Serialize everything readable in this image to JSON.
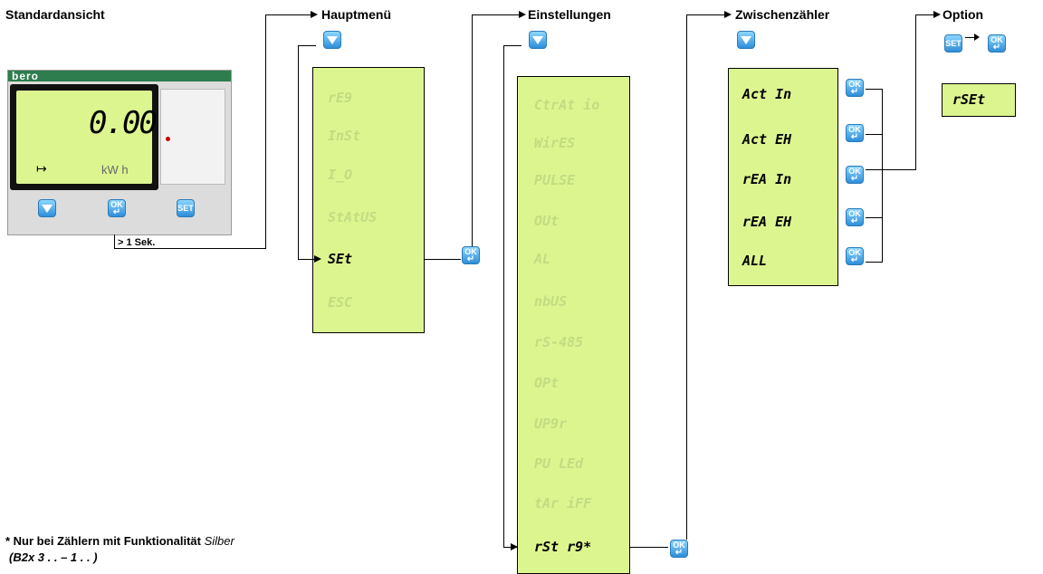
{
  "headers": {
    "standard": "Standardansicht",
    "main": "Hauptmenü",
    "settings": "Einstellungen",
    "intermediate": "Zwischenzähler",
    "option": "Option"
  },
  "device": {
    "brand": "bero",
    "reading": "0.00",
    "unit": "kW h",
    "arrow": "↦",
    "btn_ok": "OK",
    "btn_set": "SET"
  },
  "hold_label": "> 1 Sek.",
  "main_menu": [
    "rE9",
    "InSt",
    "I_O",
    "StAtUS",
    "SEt",
    "ESC"
  ],
  "settings_menu": [
    "CtrAt io",
    "WirES",
    "PULSE",
    "OUt",
    "AL",
    "nbUS",
    "rS-485",
    "OPt",
    "UP9r",
    "PU LEd",
    "tAr iFF",
    "rSt r9*"
  ],
  "intermediate_menu": [
    "Act In",
    "Act EH",
    "rEA In",
    "rEA EH",
    "ALL"
  ],
  "option_value": "rSEt",
  "footnote": {
    "line1_prefix": "* Nur bei Zählern mit Funktionalität ",
    "line1_italic": "Silber",
    "line2": "(B2x 3 . . – 1 . . )"
  },
  "colors": {
    "lcd": "#ddf58f",
    "button": "#3a9be0",
    "brand_bar": "#2e7d4f"
  }
}
